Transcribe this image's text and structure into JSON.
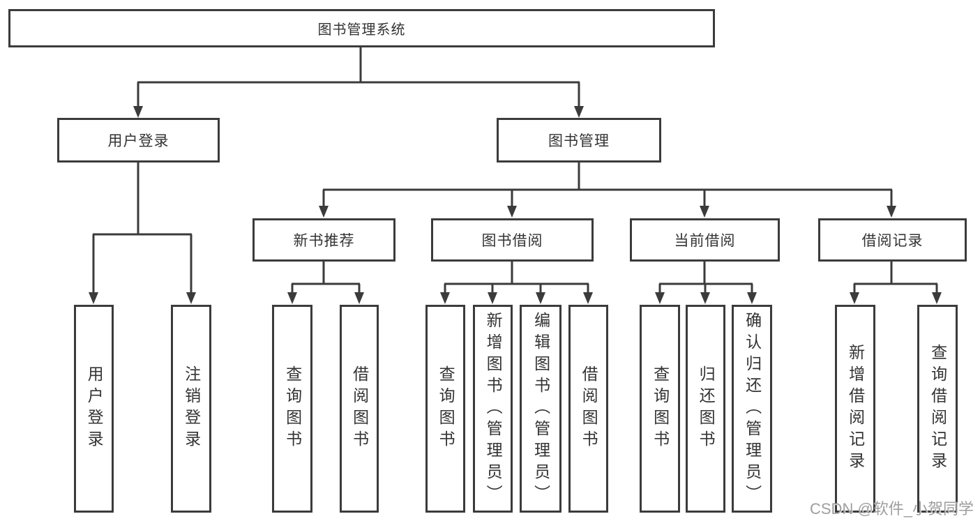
{
  "diagram": {
    "root": {
      "label": "图书管理系统"
    },
    "branches": [
      {
        "label": "用户登录",
        "children": [
          {
            "label": "用户登录"
          },
          {
            "label": "注销登录"
          }
        ]
      },
      {
        "label": "图书管理",
        "children": [
          {
            "label": "新书推荐",
            "children": [
              {
                "label": "查询图书"
              },
              {
                "label": "借阅图书"
              }
            ]
          },
          {
            "label": "图书借阅",
            "children": [
              {
                "label": "查询图书"
              },
              {
                "label": "新增图书（管理员）"
              },
              {
                "label": "编辑图书（管理员）"
              },
              {
                "label": "借阅图书"
              }
            ]
          },
          {
            "label": "当前借阅",
            "children": [
              {
                "label": "查询图书"
              },
              {
                "label": "归还图书"
              },
              {
                "label": "确认归还（管理员）"
              }
            ]
          },
          {
            "label": "借阅记录",
            "children": [
              {
                "label": "新增借阅记录"
              },
              {
                "label": "查询借阅记录"
              }
            ]
          }
        ]
      }
    ]
  },
  "watermark": {
    "text": "CSDN @软件_小贺同学"
  },
  "colors": {
    "line": "#3b3b3b",
    "text": "#333333",
    "background": "#ffffff",
    "watermark": "#9e9e9e"
  }
}
